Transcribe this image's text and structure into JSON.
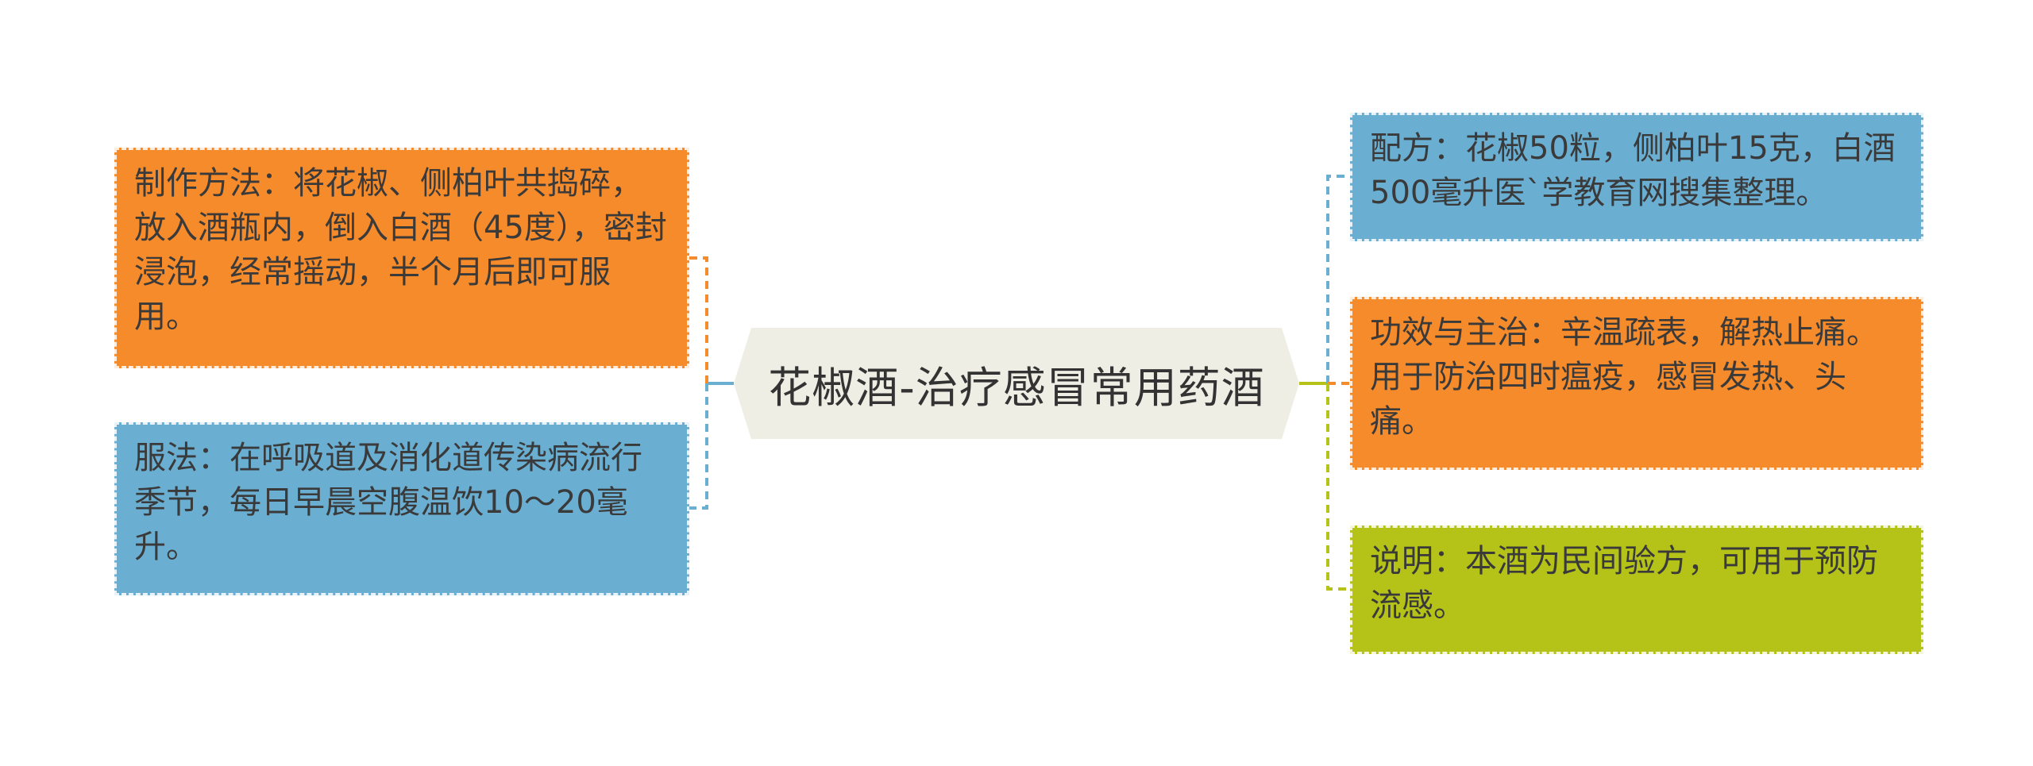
{
  "center": {
    "title": "花椒酒-治疗感冒常用药酒"
  },
  "left_nodes": [
    {
      "id": "method",
      "text": "制作方法：将花椒、侧柏叶共捣碎，放入酒瓶内，倒入白酒（45度），密封浸泡，经常摇动，半个月后即可服用。",
      "color": "#f68b2b"
    },
    {
      "id": "usage",
      "text": "服法：在呼吸道及消化道传染病流行季节，每日早晨空腹温饮10～20毫升。",
      "color": "#6aaed2"
    }
  ],
  "right_nodes": [
    {
      "id": "formula",
      "text": "配方：花椒50粒，侧柏叶15克，白酒500毫升医`学教育网搜集整理。",
      "color": "#6aaed2"
    },
    {
      "id": "effect",
      "text": "功效与主治：辛温疏表，解热止痛。用于防治四时瘟疫，感冒发热、头痛。",
      "color": "#f68b2b"
    },
    {
      "id": "note",
      "text": "说明：本酒为民间验方，可用于预防流感。",
      "color": "#b5c318"
    }
  ],
  "colors": {
    "center_fill": "#eeeee4",
    "connector_orange": "#f68b2b",
    "connector_blue": "#6aaed2",
    "connector_green": "#b5c318"
  }
}
